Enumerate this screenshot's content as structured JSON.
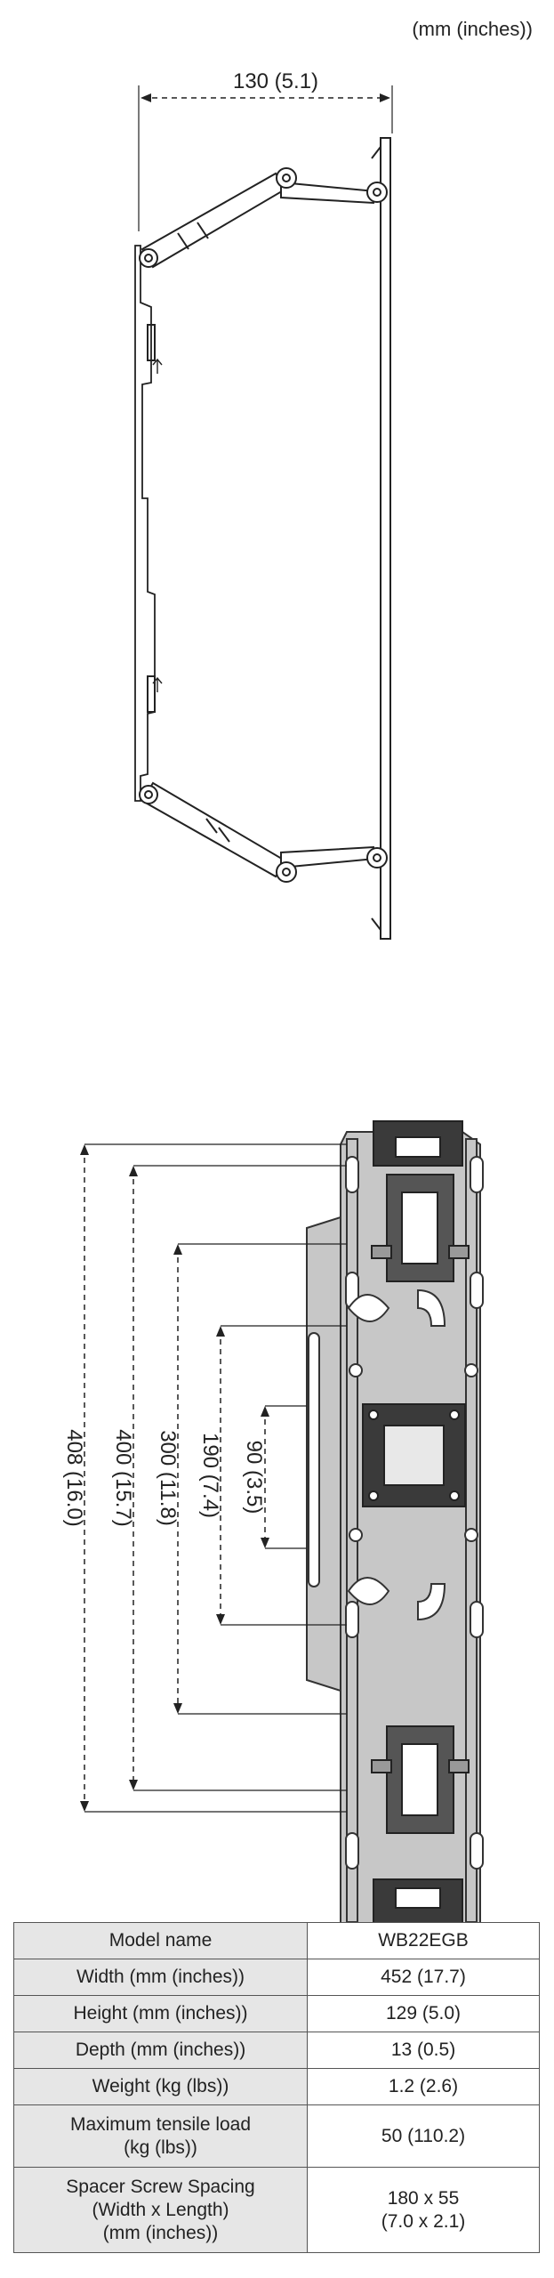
{
  "unit_note": "(mm (inches))",
  "side_view": {
    "depth_dimension": "130 (5.1)"
  },
  "front_view": {
    "dimensions": [
      "408 (16.0)",
      "400 (15.7)",
      "300 (11.8)",
      "190 (7.4)",
      "90 (3.5)"
    ]
  },
  "spec_table": {
    "rows": [
      {
        "label": [
          "Model name"
        ],
        "value": [
          "WB22EGB"
        ]
      },
      {
        "label": [
          "Width (mm (inches))"
        ],
        "value": [
          "452 (17.7)"
        ]
      },
      {
        "label": [
          "Height (mm (inches))"
        ],
        "value": [
          "129 (5.0)"
        ]
      },
      {
        "label": [
          "Depth (mm (inches))"
        ],
        "value": [
          "13 (0.5)"
        ]
      },
      {
        "label": [
          "Weight (kg (lbs))"
        ],
        "value": [
          "1.2 (2.6)"
        ]
      },
      {
        "label": [
          "Maximum tensile load",
          "(kg (lbs))"
        ],
        "value": [
          "50 (110.2)"
        ]
      },
      {
        "label": [
          "Spacer Screw Spacing",
          "(Width x Length)",
          "(mm (inches))"
        ],
        "value": [
          "180 x 55",
          "(7.0 x 2.1)"
        ]
      }
    ]
  }
}
